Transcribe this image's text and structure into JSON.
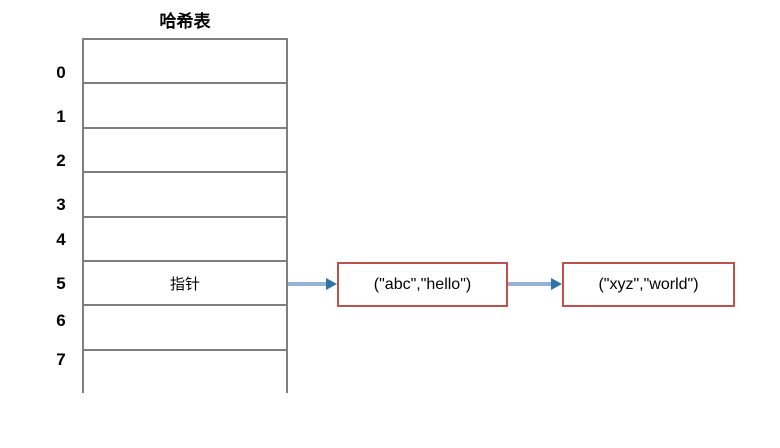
{
  "diagram": {
    "title": "哈希表",
    "table": {
      "slots": [
        {
          "index": "0",
          "content": ""
        },
        {
          "index": "1",
          "content": ""
        },
        {
          "index": "2",
          "content": ""
        },
        {
          "index": "3",
          "content": ""
        },
        {
          "index": "4",
          "content": ""
        },
        {
          "index": "5",
          "content": "指针"
        },
        {
          "index": "6",
          "content": ""
        },
        {
          "index": "7",
          "content": ""
        }
      ]
    },
    "nodes": [
      {
        "label": "(\"abc\",\"hello\")"
      },
      {
        "label": "(\"xyz\",\"world\")"
      }
    ],
    "colors": {
      "table_border": "#7f7f7f",
      "node_border": "#c0504d",
      "arrow_shaft": "#95b3d7",
      "arrow_head": "#2e74a8",
      "background": "#ffffff",
      "text": "#000000"
    }
  }
}
